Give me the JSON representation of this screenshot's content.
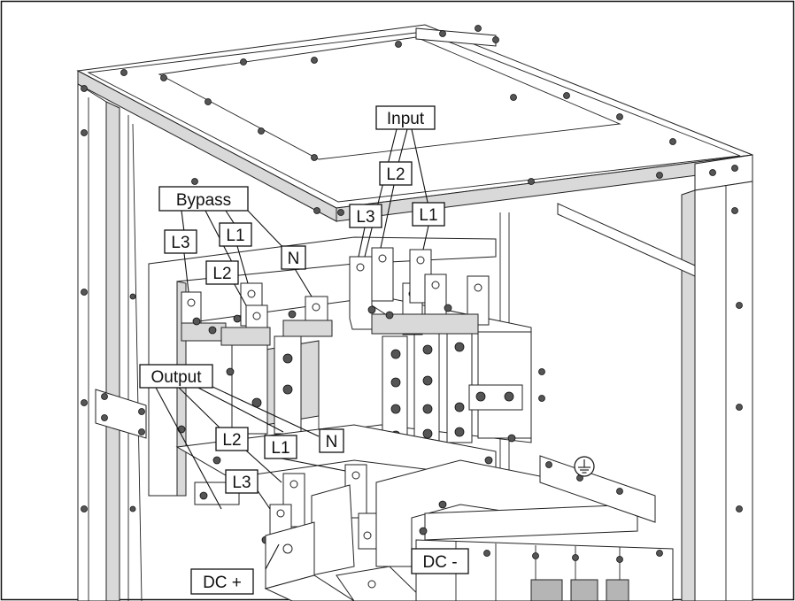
{
  "labels": {
    "input": "Input",
    "input_l1": "L1",
    "input_l2": "L2",
    "input_l3": "L3",
    "bypass": "Bypass",
    "bypass_l1": "L1",
    "bypass_l2": "L2",
    "bypass_l3": "L3",
    "bypass_n": "N",
    "output": "Output",
    "output_l1": "L1",
    "output_l2": "L2",
    "output_l3": "L3",
    "output_n": "N",
    "dc_plus": "DC +",
    "dc_minus": "DC -"
  },
  "icons": {
    "ground": "protective-earth-icon"
  }
}
